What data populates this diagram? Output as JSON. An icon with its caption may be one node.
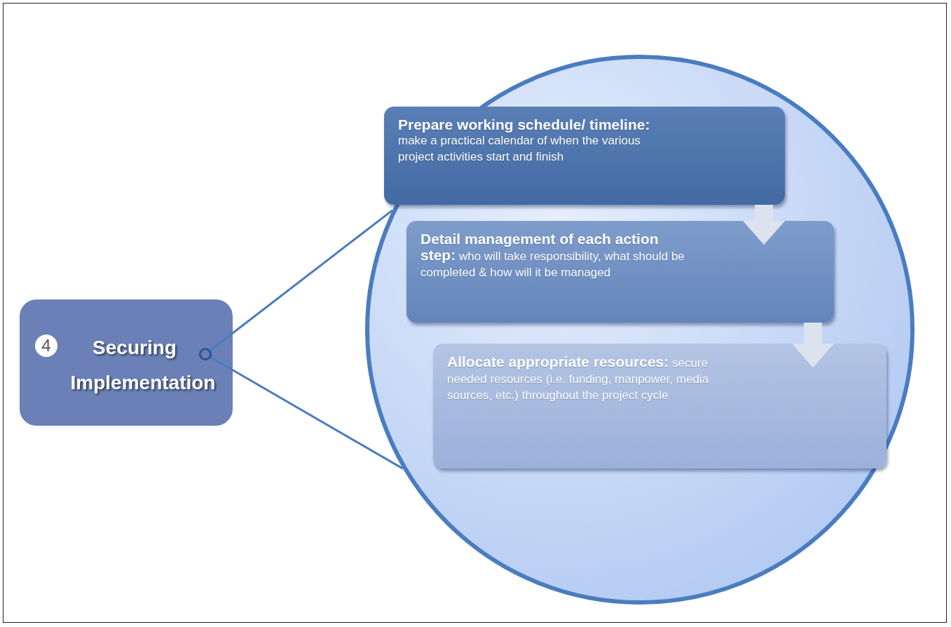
{
  "diagram": {
    "nodes": [
      {
        "text": [
          "4",
          "Securing Implementation"
        ]
      },
      {
        "text": [],
        "shape": "circle",
        "in": 0
      },
      {
        "text": [],
        "shape": "circle"
      },
      {
        "in": 2,
        "text": [
          "**Prepare working schedule/ timeline:** make a practical calendar of when the various project activities start and finish"
        ]
      },
      {
        "in": 2,
        "text": [
          "**Detail management of each action step:** who will take responsibility, what should be completed & how will it be managed"
        ]
      },
      {
        "in": 2,
        "text": [
          "**Allocate appropriate resources:** secure needed resources (i.e. funding, manpower, media sources, etc.) throughout the project cycle"
        ]
      }
    ],
    "edges": [
      {
        "from": 1,
        "to": 2,
        "arrow": "none"
      },
      {
        "from": 1,
        "to": 2,
        "arrow": "none"
      },
      {
        "from": 3,
        "to": 4,
        "arrow": "to",
        "style": "thick",
        "color": "#dde3ee"
      },
      {
        "from": 4,
        "to": 5,
        "arrow": "to",
        "style": "thick",
        "color": "#dde3ee"
      }
    ]
  }
}
